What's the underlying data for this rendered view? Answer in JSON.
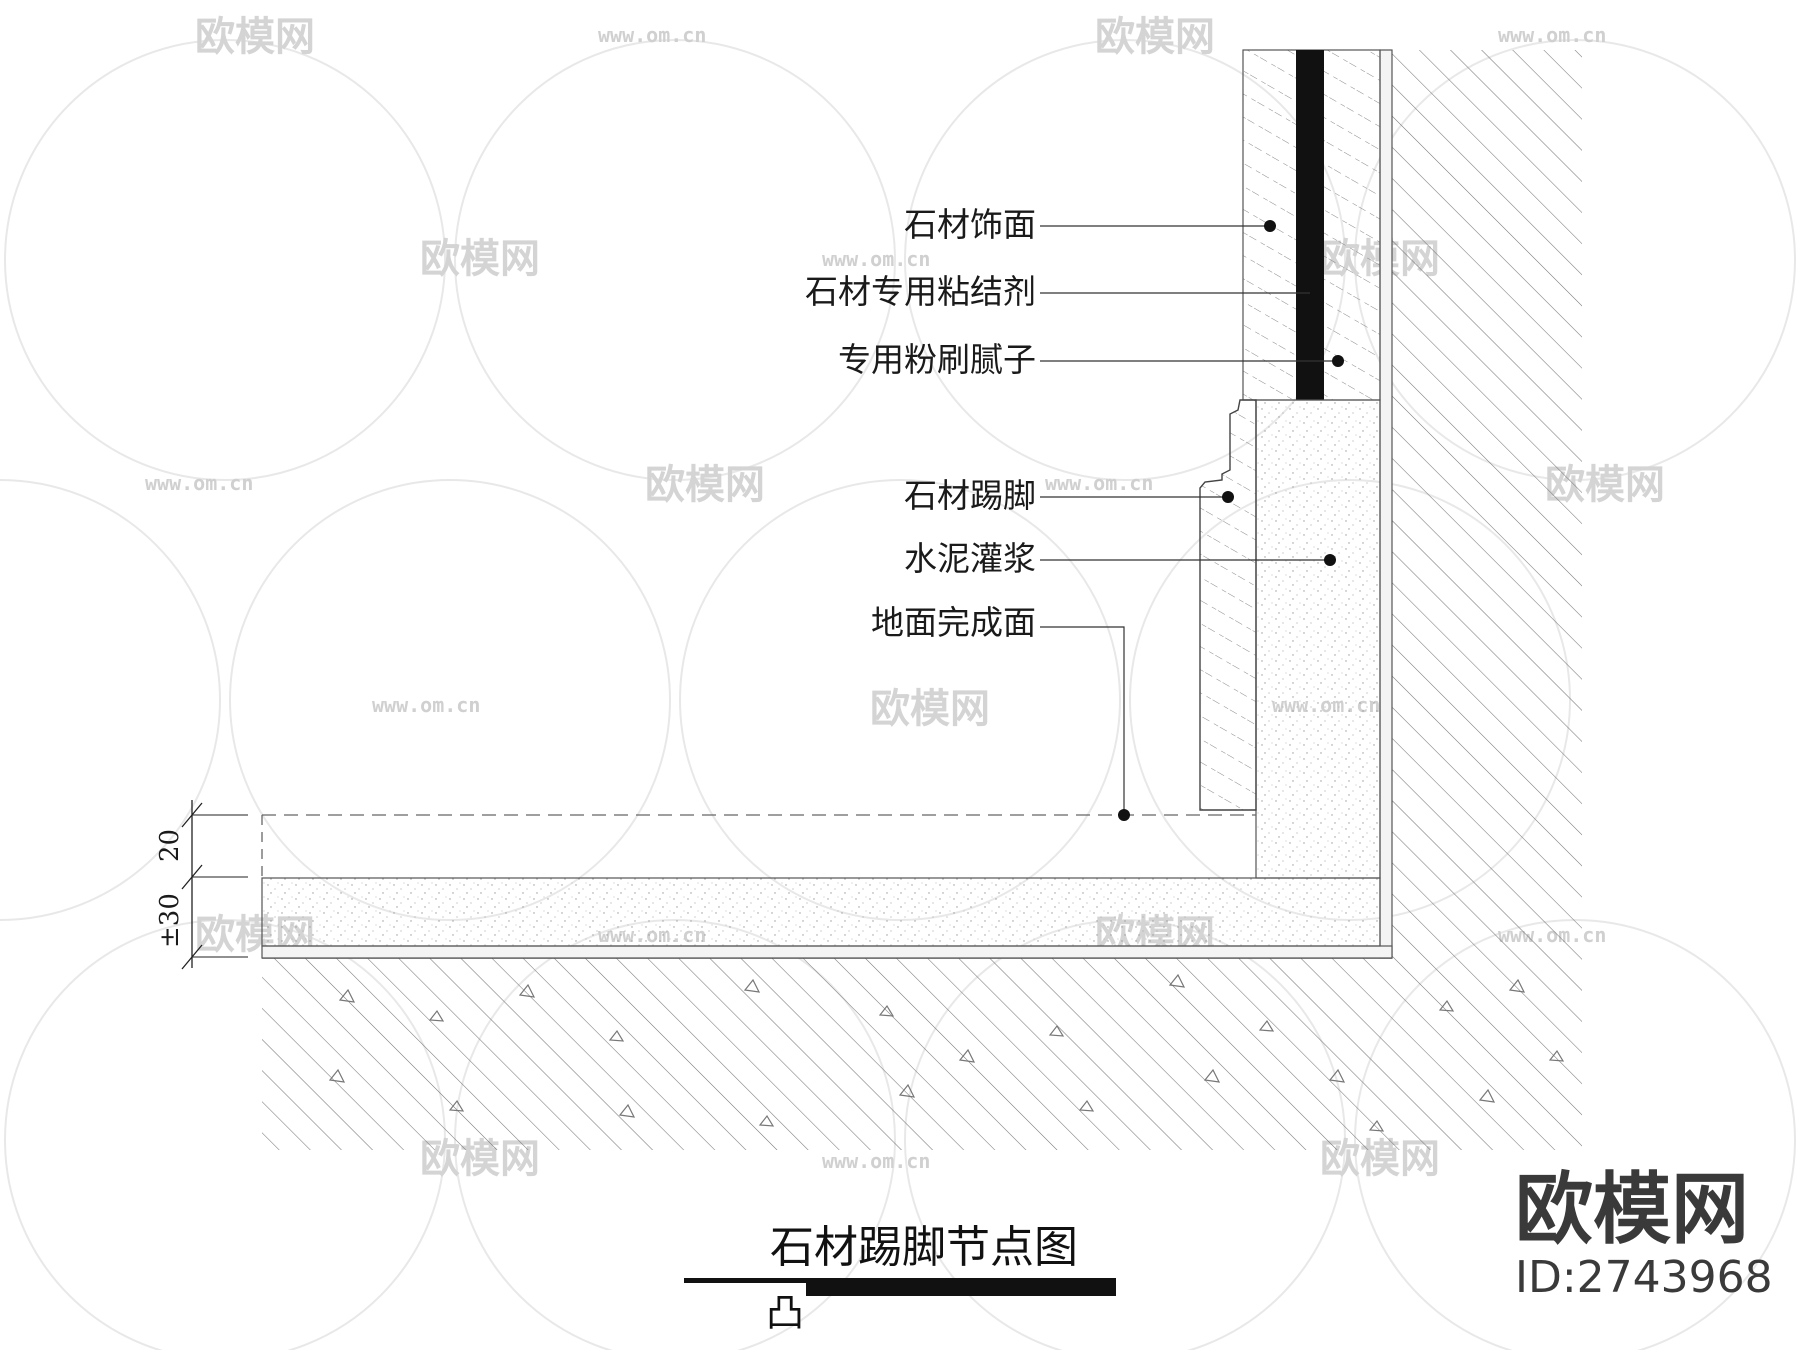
{
  "drawing": {
    "title": "石材踢脚节点图",
    "subtitle": "凸",
    "labels": [
      {
        "id": "stone-finish",
        "text": "石材饰面"
      },
      {
        "id": "stone-adhesive",
        "text": "石材专用粘结剂"
      },
      {
        "id": "putty",
        "text": "专用粉刷腻子"
      },
      {
        "id": "stone-skirting",
        "text": "石材踢脚"
      },
      {
        "id": "cement-grout",
        "text": "水泥灌浆"
      },
      {
        "id": "floor-finish",
        "text": "地面完成面"
      }
    ],
    "dimensions": {
      "upper": "20",
      "lower": "±30"
    }
  },
  "brand": {
    "name": "欧模网",
    "id_text": "ID:2743968"
  },
  "watermark": {
    "text": "欧模网",
    "url": "www.om.cn"
  }
}
